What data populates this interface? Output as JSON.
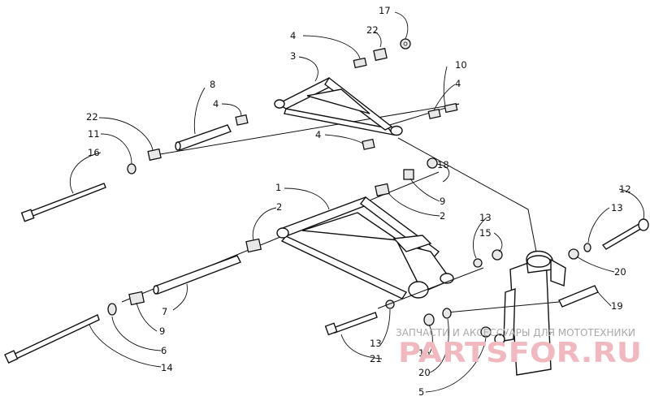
{
  "callouts": {
    "c1": "1",
    "c2a": "2",
    "c2b": "2",
    "c3": "3",
    "c4a": "4",
    "c4b": "4",
    "c4c": "4",
    "c4d": "4",
    "c5": "5",
    "c6": "6",
    "c7": "7",
    "c8": "8",
    "c9a": "9",
    "c9b": "9",
    "c10": "10",
    "c11": "11",
    "c12": "12",
    "c13a": "13",
    "c13b": "13",
    "c13c": "13",
    "c14": "14",
    "c15a": "15",
    "c15b": "15",
    "c16": "16",
    "c17": "17",
    "c18": "18",
    "c19": "19",
    "c20a": "20",
    "c20b": "20",
    "c21": "21",
    "c22a": "22",
    "c22b": "22"
  },
  "watermark": {
    "caption": "ЗАПЧАСТИ И АКСЕССУАРЫ ДЛЯ МОТОТЕХНИКИ",
    "brand": "PARTSFOR.RU"
  },
  "colors": {
    "ink": "#111111",
    "watermark_caption": "#a9a9a9",
    "watermark_brand": "#f0b9bf"
  }
}
